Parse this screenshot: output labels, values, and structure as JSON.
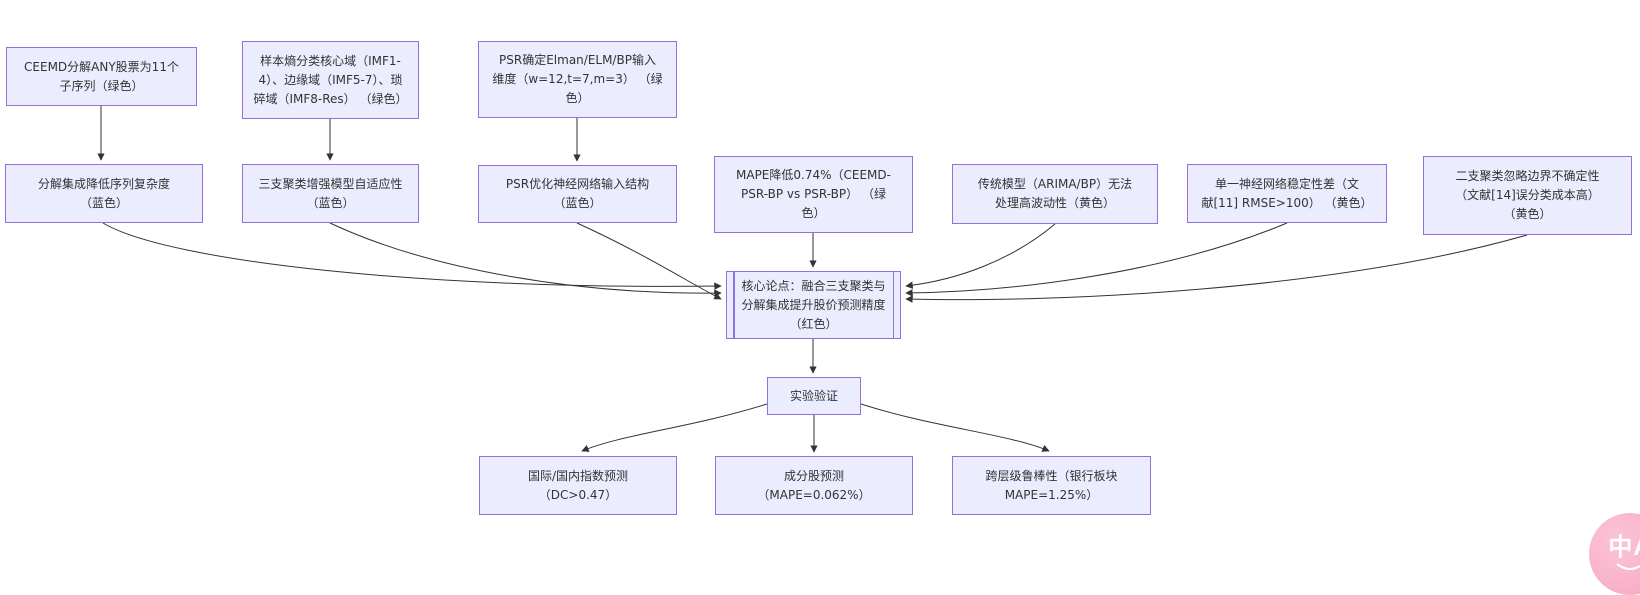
{
  "nodes": {
    "ceemd": {
      "label": "CEEMD分解ANY股票为11个\n子序列（绿色）"
    },
    "entropy": {
      "label": "样本熵分类核心域（IMF1-\n4）、边缘域（IMF5-7）、琐\n碎域（IMF8-Res） （绿色）"
    },
    "psrdim": {
      "label": "PSR确定Elman/ELM/BP输入\n维度（w=12,t=7,m=3） （绿\n色）"
    },
    "decomp": {
      "label": "分解集成降低序列复杂度\n（蓝色）"
    },
    "threeway": {
      "label": "三支聚类增强模型自适应性\n（蓝色）"
    },
    "psropt": {
      "label": "PSR优化神经网络输入结构\n（蓝色）"
    },
    "mape": {
      "label": "MAPE降低0.74%（CEEMD-\nPSR-BP vs PSR-BP） （绿\n色）"
    },
    "traditional": {
      "label": "传统模型（ARIMA/BP）无法\n处理高波动性（黄色）"
    },
    "singlenn": {
      "label": "单一神经网络稳定性差（文\n献[11] RMSE>100） （黄色）"
    },
    "twoway": {
      "label": "二支聚类忽略边界不确定性\n（文献[14]误分类成本高）\n（黄色）"
    },
    "core": {
      "label": "核心论点：融合三支聚类与\n分解集成提升股价预测精度\n（红色）"
    },
    "experiment": {
      "label": "实验验证"
    },
    "indexpred": {
      "label": "国际/国内指数预测\n（DC>0.47）"
    },
    "stockpred": {
      "label": "成分股预测\n（MAPE=0.062%）"
    },
    "robust": {
      "label": "跨层级鲁棒性（银行板块\nMAPE=1.25%）"
    }
  },
  "edges": [
    {
      "from": "ceemd",
      "to": "decomp"
    },
    {
      "from": "entropy",
      "to": "threeway"
    },
    {
      "from": "psrdim",
      "to": "psropt"
    },
    {
      "from": "decomp",
      "to": "core"
    },
    {
      "from": "threeway",
      "to": "core"
    },
    {
      "from": "psropt",
      "to": "core"
    },
    {
      "from": "mape",
      "to": "core"
    },
    {
      "from": "traditional",
      "to": "core"
    },
    {
      "from": "singlenn",
      "to": "core"
    },
    {
      "from": "twoway",
      "to": "core"
    },
    {
      "from": "core",
      "to": "experiment"
    },
    {
      "from": "experiment",
      "to": "indexpred"
    },
    {
      "from": "experiment",
      "to": "stockpred"
    },
    {
      "from": "experiment",
      "to": "robust"
    }
  ],
  "colors": {
    "node_fill": "#ECECFF",
    "node_border": "#9370DB",
    "arrow": "#333333",
    "text": "#333333",
    "translate_button": "#F7A6C2"
  },
  "translate_widget": {
    "label": "中A"
  }
}
